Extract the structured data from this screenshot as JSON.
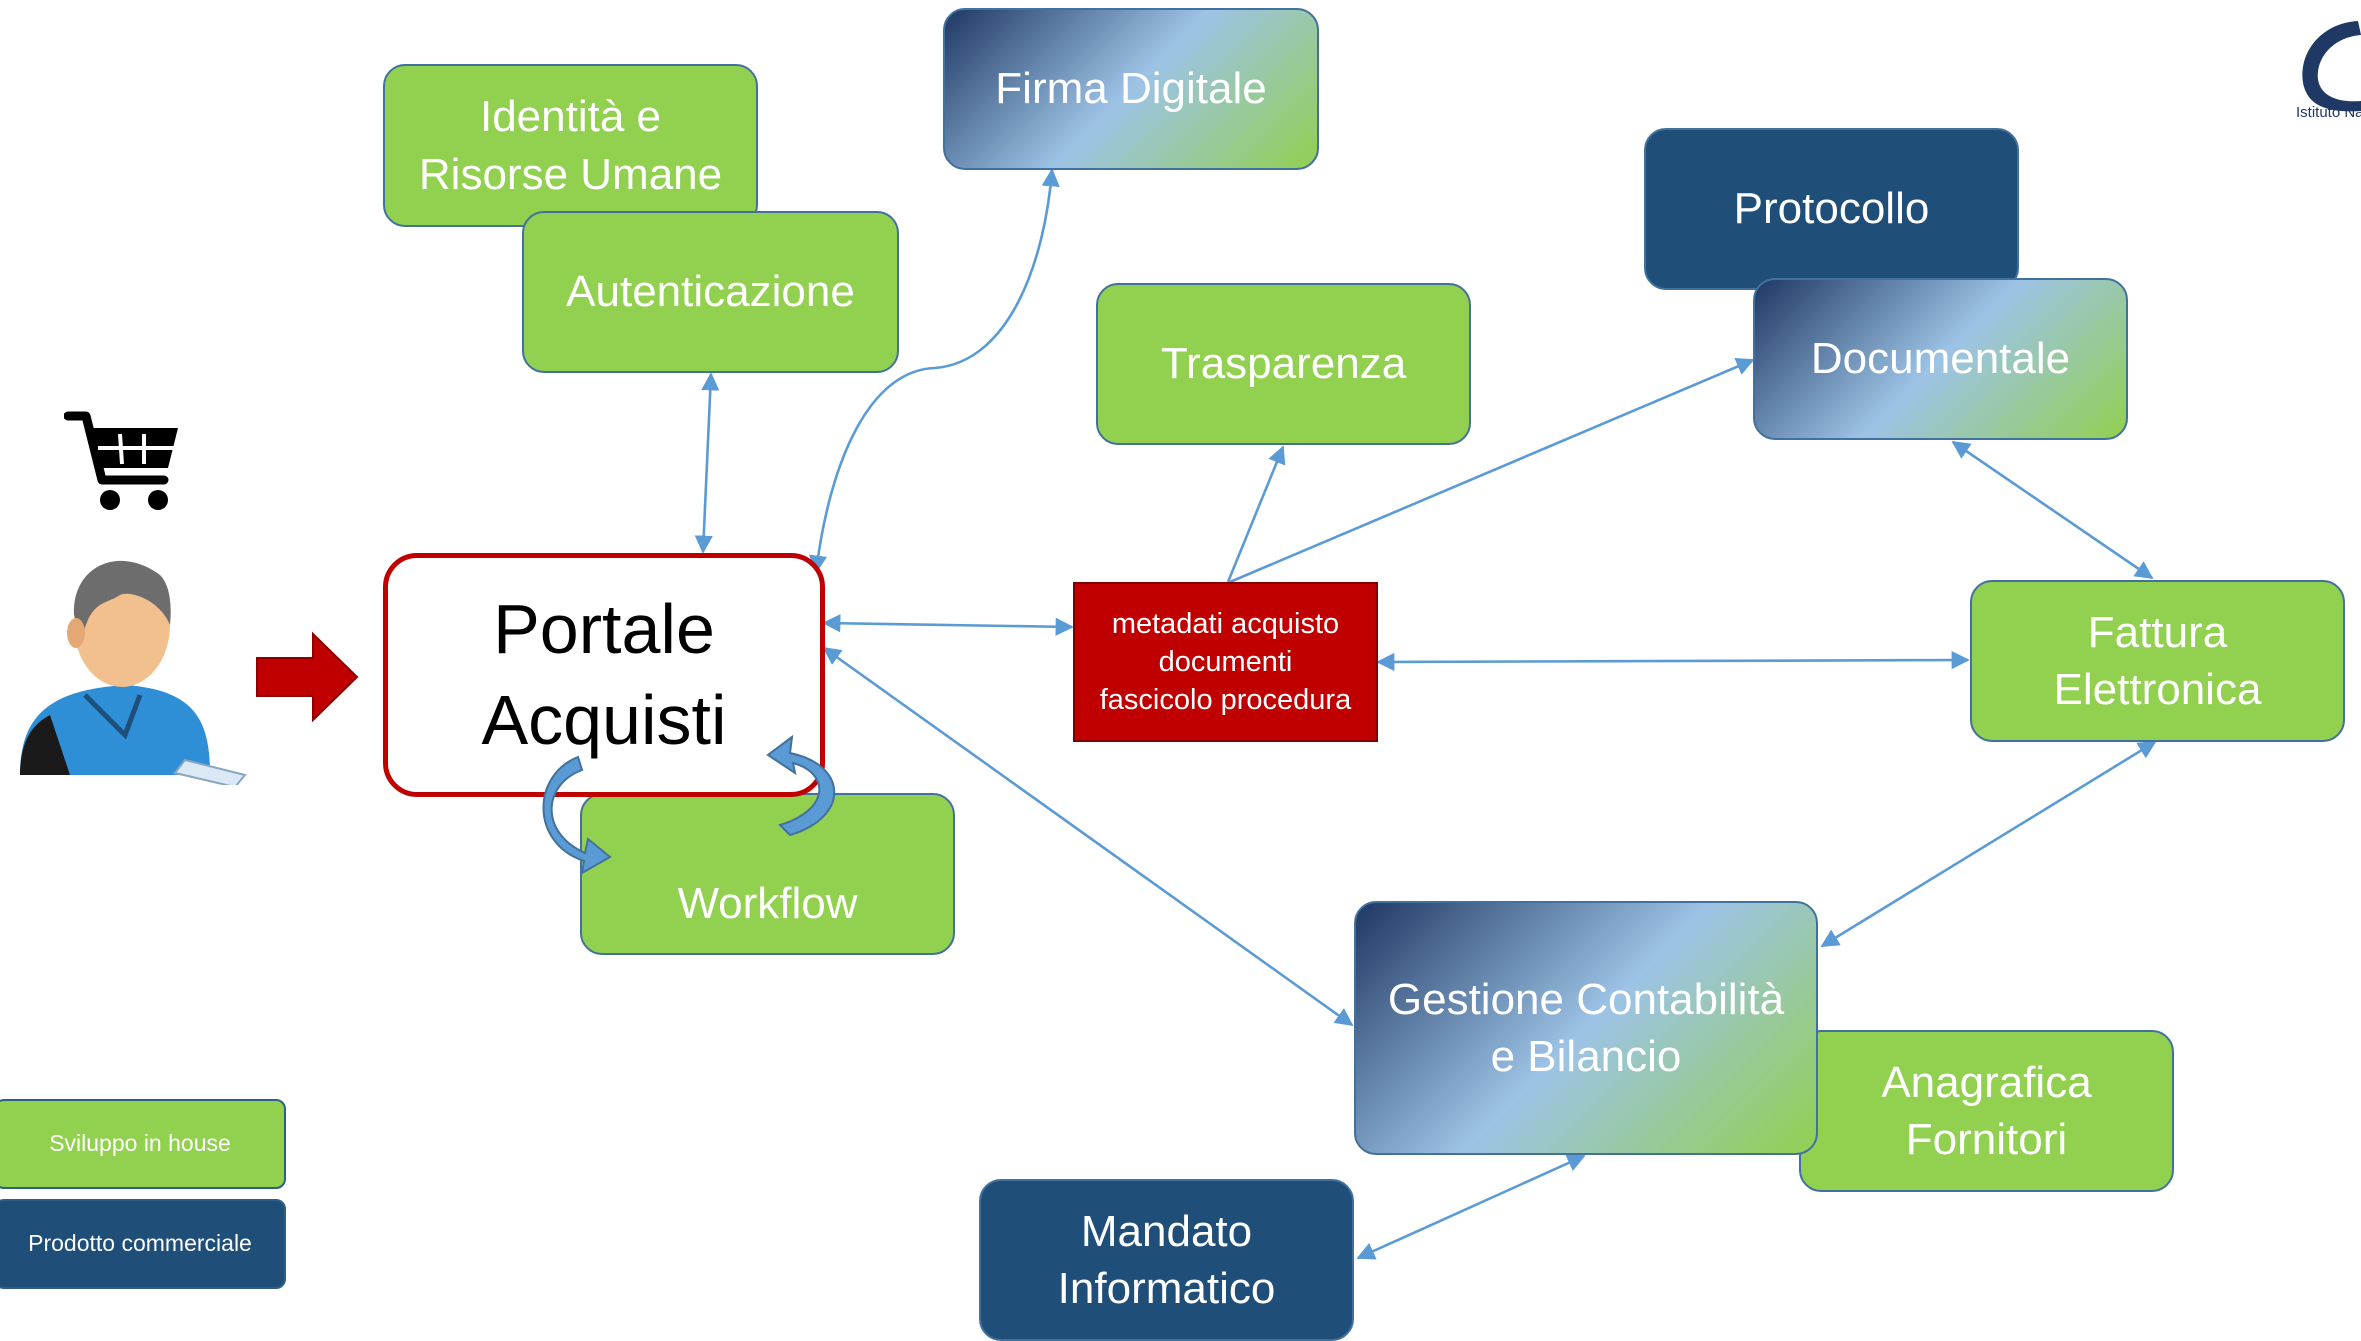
{
  "nodes": {
    "firma_digitale": "Firma Digitale",
    "identita": "Identità e\nRisorse Umane",
    "autenticazione": "Autenticazione",
    "protocollo": "Protocollo",
    "documentale": "Documentale",
    "trasparenza": "Trasparenza",
    "portale": "Portale\nAcquisti",
    "metadati": "metadati acquisto\ndocumenti\nfascicolo procedura",
    "fattura": "Fattura\nElettronica",
    "workflow": "Workflow",
    "gestione": "Gestione Contabilità\ne Bilancio",
    "anagrafica": "Anagrafica\nFornitori",
    "mandato": "Mandato\nInformatico"
  },
  "legend": {
    "in_house": "Sviluppo in house",
    "commercial": "Prodotto commerciale"
  },
  "logo": {
    "text": "Istituto Naz"
  },
  "colors": {
    "in_house": "#92d050",
    "commercial": "#1f4e79",
    "accent_red": "#c00000",
    "connector": "#5b9bd5"
  },
  "icons": [
    "shopping-cart-icon",
    "user-icon",
    "right-arrow-icon",
    "cycle-arrow-icon"
  ]
}
